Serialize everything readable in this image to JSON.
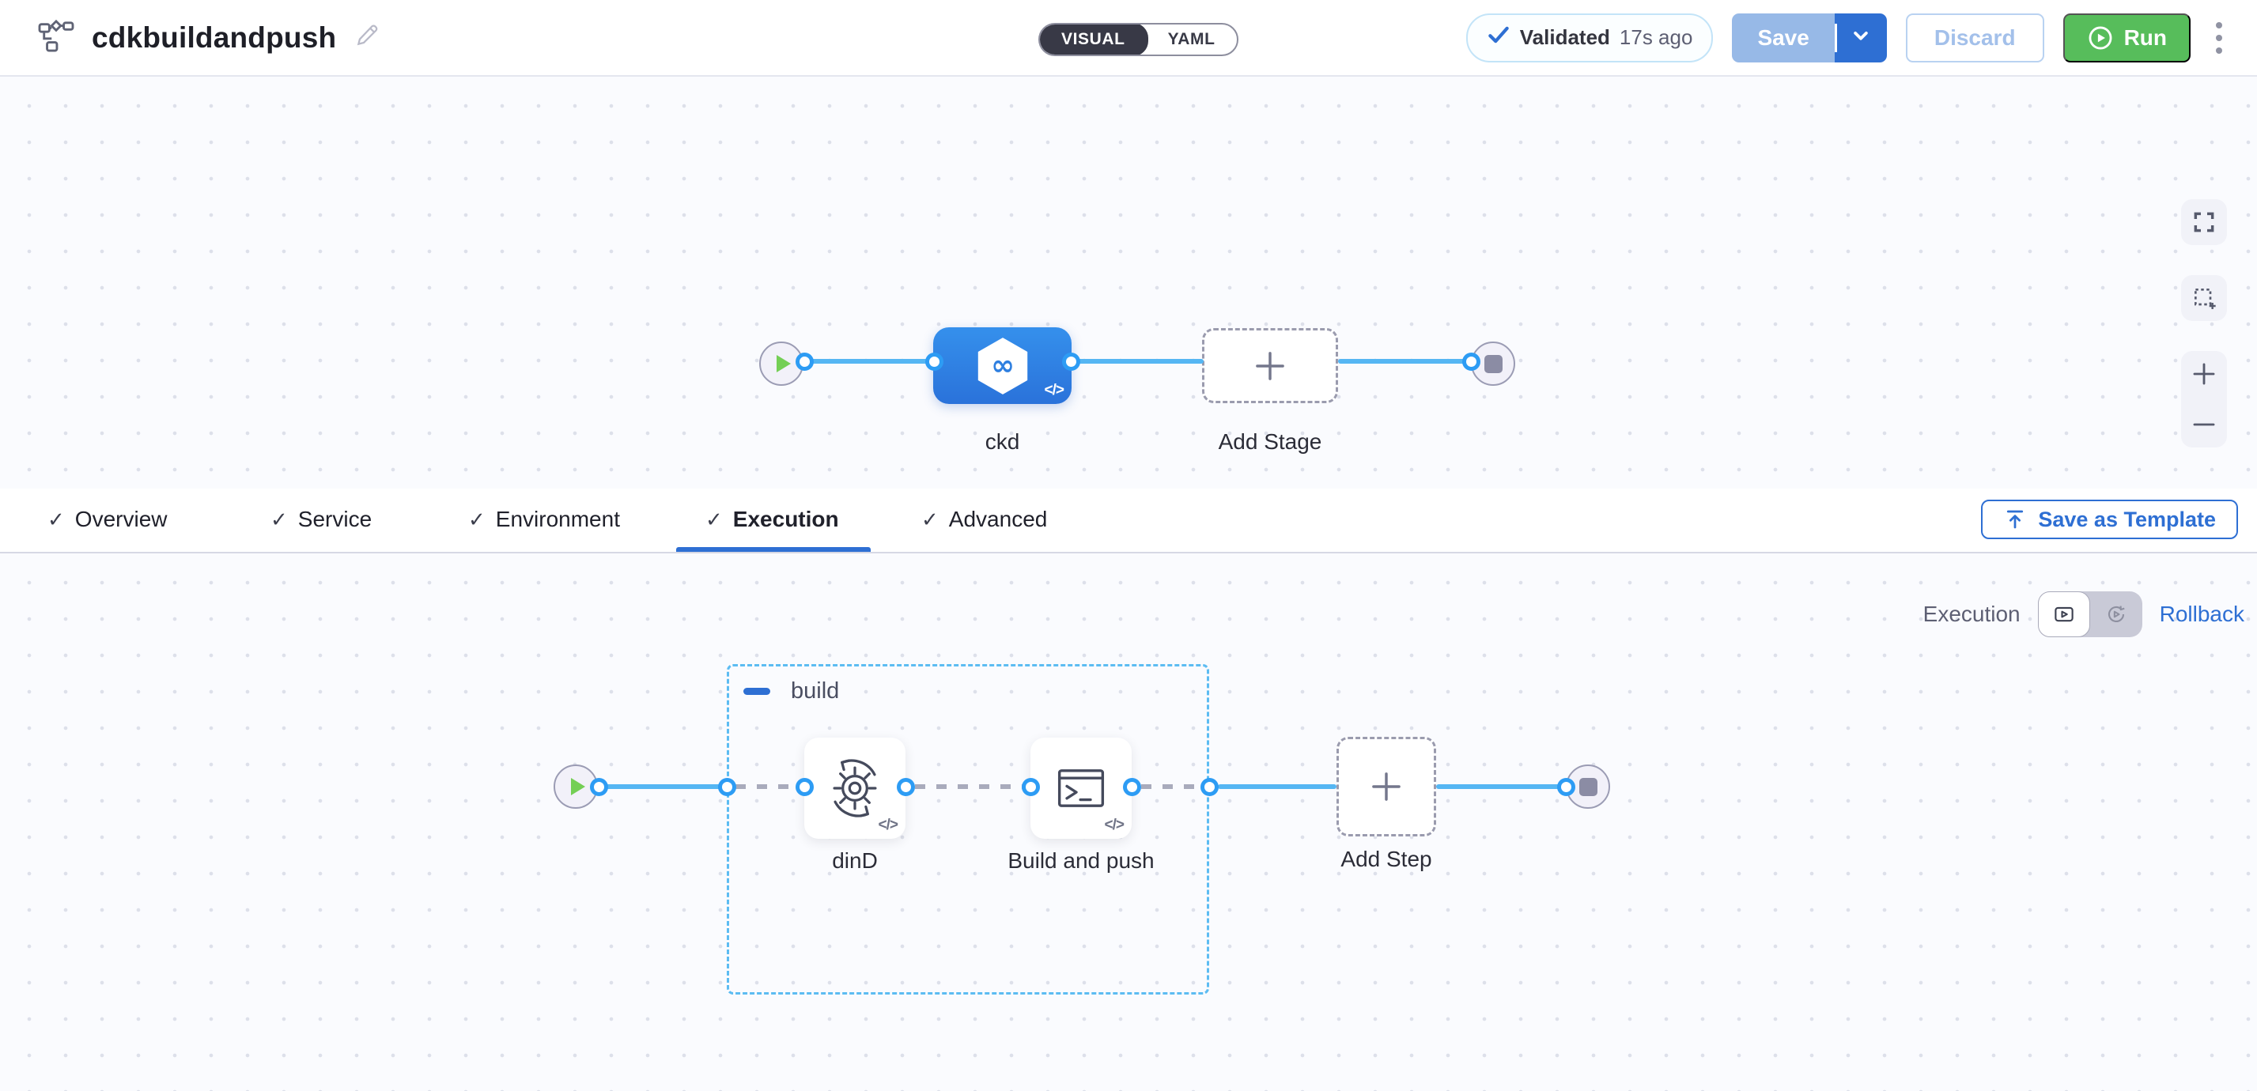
{
  "header": {
    "title": "cdkbuildandpush",
    "mode_toggle": {
      "visual_label": "VISUAL",
      "yaml_label": "YAML",
      "active": "VISUAL"
    },
    "validation_badge": {
      "status": "Validated",
      "time": "17s ago"
    },
    "buttons": {
      "save": "Save",
      "discard": "Discard",
      "run": "Run"
    }
  },
  "stage_canvas": {
    "stage": {
      "name": "ckd",
      "code_badge": "</>",
      "color": "#2e82e4"
    },
    "add_stage_label": "Add Stage"
  },
  "tab_bar": {
    "items": [
      {
        "label": "Overview",
        "checked": true,
        "active": false
      },
      {
        "label": "Service",
        "checked": true,
        "active": false
      },
      {
        "label": "Environment",
        "checked": true,
        "active": false
      },
      {
        "label": "Execution",
        "checked": true,
        "active": true
      },
      {
        "label": "Advanced",
        "checked": true,
        "active": false
      }
    ],
    "check_glyph": "✓",
    "save_as_template_label": "Save as Template"
  },
  "execution_canvas": {
    "mode_label": "Execution",
    "rollback_label": "Rollback",
    "step_group": {
      "name": "build"
    },
    "steps": [
      {
        "name": "dinD",
        "code_badge": "</>"
      },
      {
        "name": "Build and push",
        "code_badge": "</>"
      }
    ],
    "add_step_label": "Add Step"
  },
  "colors": {
    "primary_blue": "#2e6fd3",
    "connector_blue": "#55b6f3",
    "port_ring_blue": "#2d9cf4",
    "group_border_blue": "#5cbcf2",
    "run_green": "#57bd5b",
    "play_green": "#74cf55",
    "dark_pill": "#383946"
  }
}
